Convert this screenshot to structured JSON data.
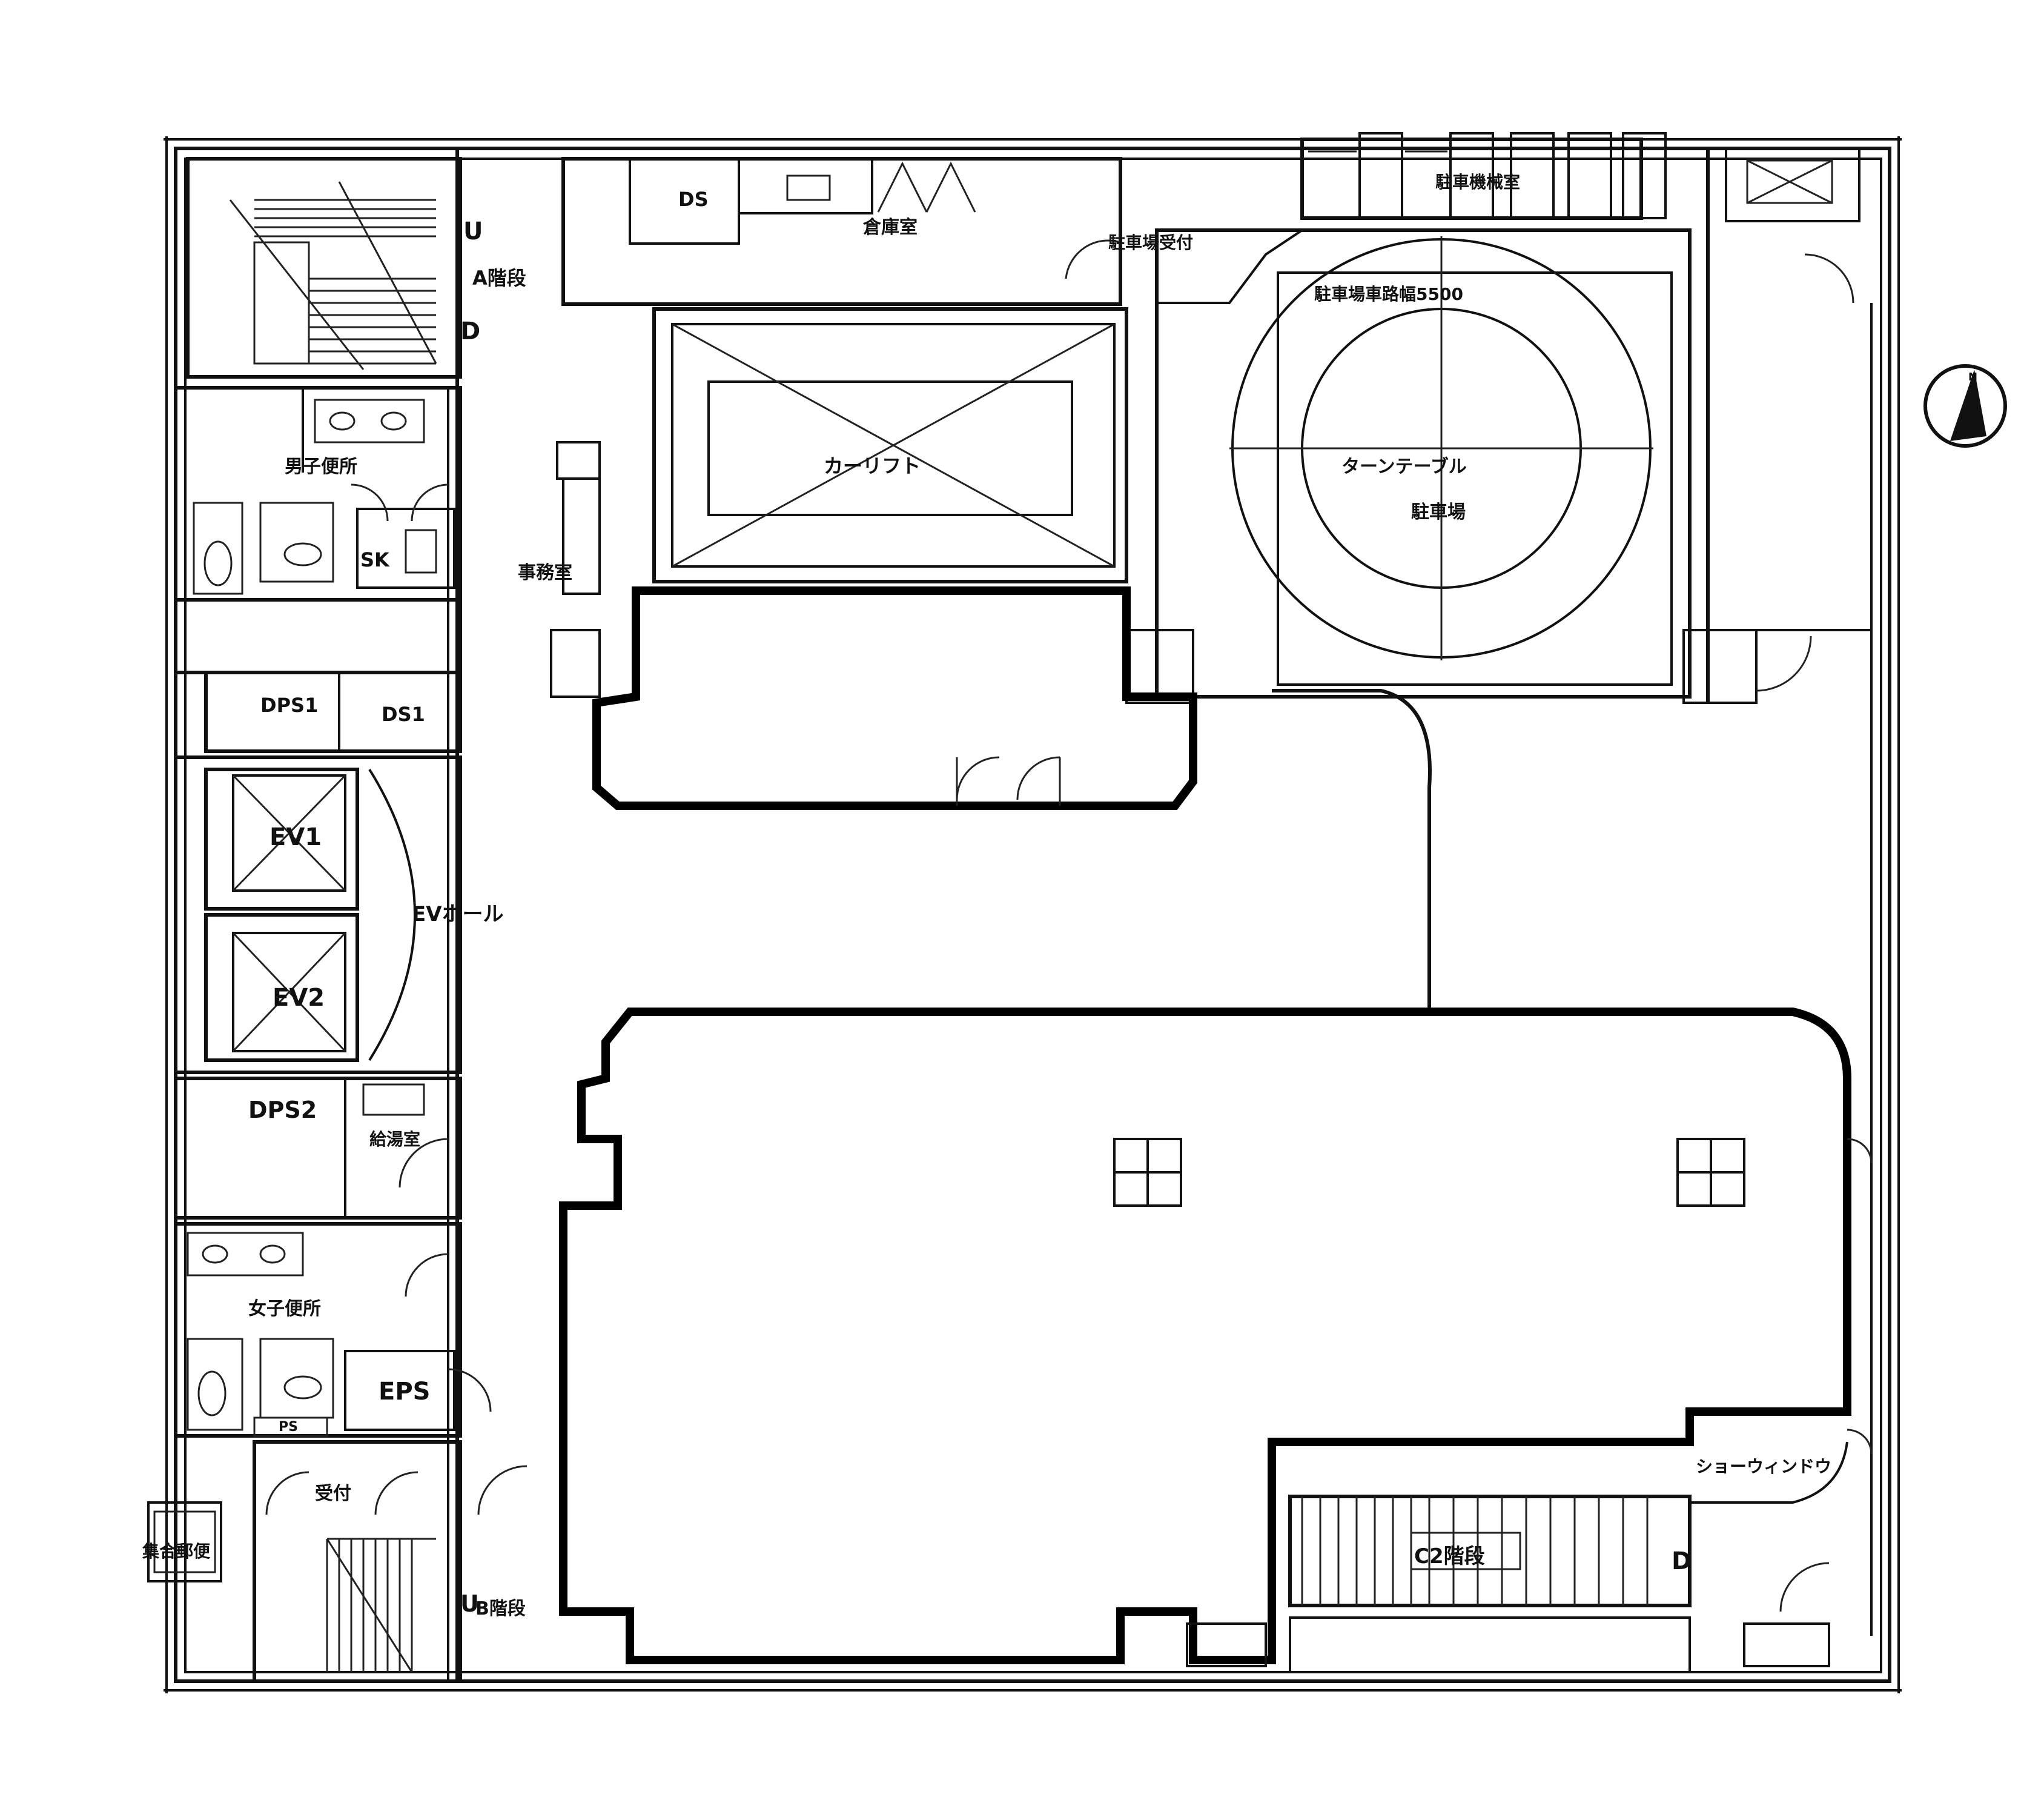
{
  "labels": {
    "stair_a": "A階段",
    "stair_a_up": "U",
    "stair_a_down": "D",
    "ds_top": "DS",
    "storage_top": "倉庫室",
    "parking_reception": "駐車場受付",
    "parking_equipment": "駐車機械室",
    "turntable_spec": "駐車場車路幅5500",
    "car_lift": "カーリフト",
    "turntable": "ターンテーブル",
    "turntable_sub": "駐車場",
    "toilet_male": "男子便所",
    "sk": "SK",
    "office_left": "事務室",
    "dps1": "DPS1",
    "ds1": "DS1",
    "ev1": "EV1",
    "ev2": "EV2",
    "ev_hall": "EVホール",
    "dps2": "DPS2",
    "kitchenette": "給湯室",
    "toilet_female": "女子便所",
    "eps": "EPS",
    "ps": "PS",
    "lobby_b": "受付",
    "stair_b": "B階段",
    "stair_b_up": "U",
    "mailbox": "集合郵便",
    "show_window": "ショーウィンドウ",
    "stair_c": "C2階段",
    "stair_c_down": "D"
  },
  "north_arrow": {
    "label": "N",
    "icon": "north-arrow-icon"
  }
}
